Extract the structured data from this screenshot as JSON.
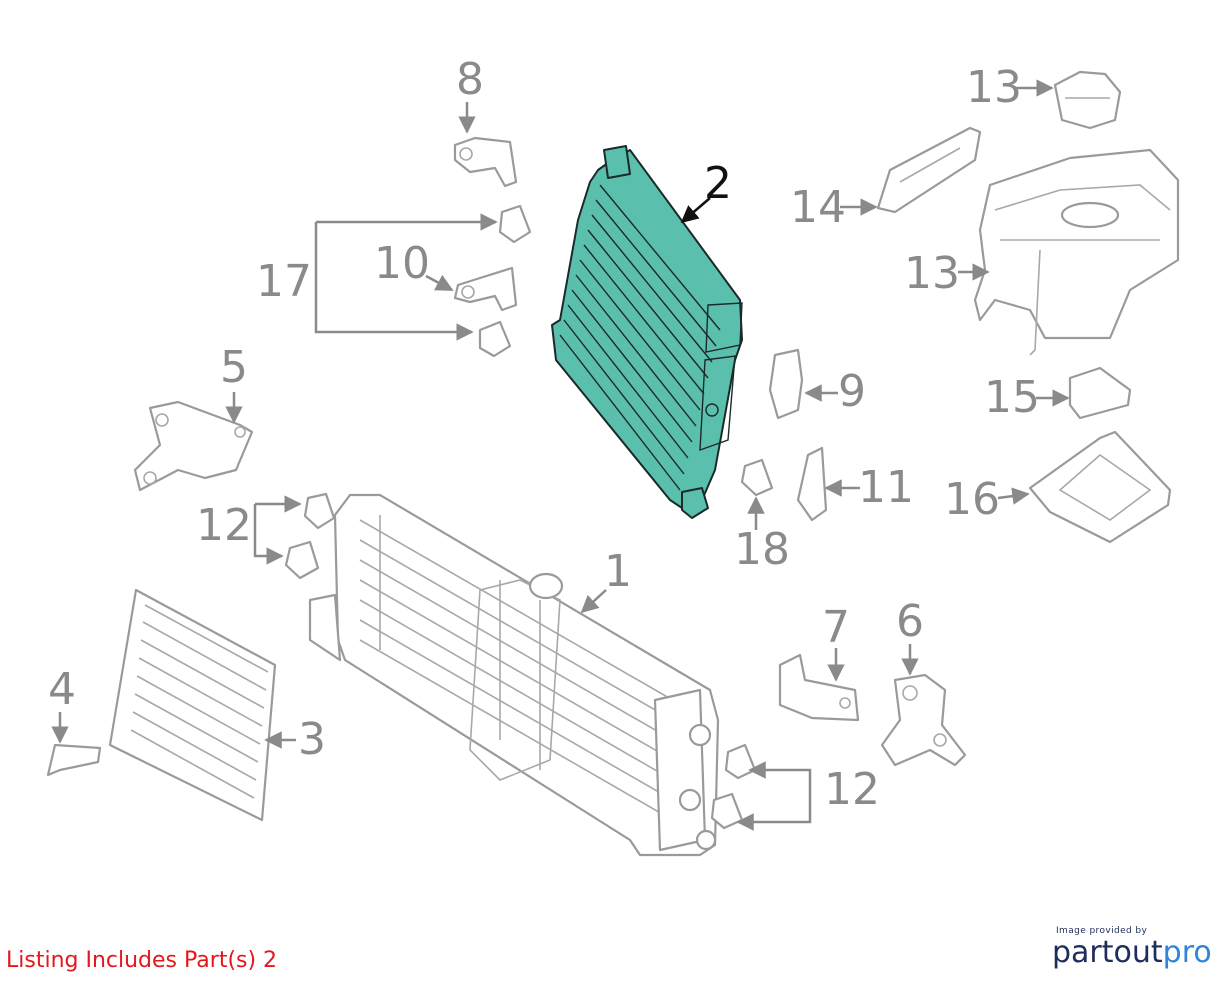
{
  "diagram": {
    "callouts": [
      {
        "id": "c1",
        "label": "1"
      },
      {
        "id": "c2",
        "label": "2"
      },
      {
        "id": "c3",
        "label": "3"
      },
      {
        "id": "c4",
        "label": "4"
      },
      {
        "id": "c5",
        "label": "5"
      },
      {
        "id": "c6",
        "label": "6"
      },
      {
        "id": "c7",
        "label": "7"
      },
      {
        "id": "c8",
        "label": "8"
      },
      {
        "id": "c9",
        "label": "9"
      },
      {
        "id": "c10",
        "label": "10"
      },
      {
        "id": "c11",
        "label": "11"
      },
      {
        "id": "c12a",
        "label": "12"
      },
      {
        "id": "c12b",
        "label": "12"
      },
      {
        "id": "c13a",
        "label": "13"
      },
      {
        "id": "c13b",
        "label": "13"
      },
      {
        "id": "c14",
        "label": "14"
      },
      {
        "id": "c15",
        "label": "15"
      },
      {
        "id": "c16",
        "label": "16"
      },
      {
        "id": "c17",
        "label": "17"
      },
      {
        "id": "c18",
        "label": "18"
      }
    ],
    "highlighted_part": "2",
    "highlight_color": "#5bbfae"
  },
  "listing_note": "Listing Includes Part(s) 2",
  "listing_note_color": "#e5171d",
  "provider": {
    "caption": "Image provided by",
    "logo_part1": "partout",
    "logo_part2": "pro",
    "logo_color_dark": "#1f2d5c",
    "logo_color_accent": "#2f86d6"
  }
}
